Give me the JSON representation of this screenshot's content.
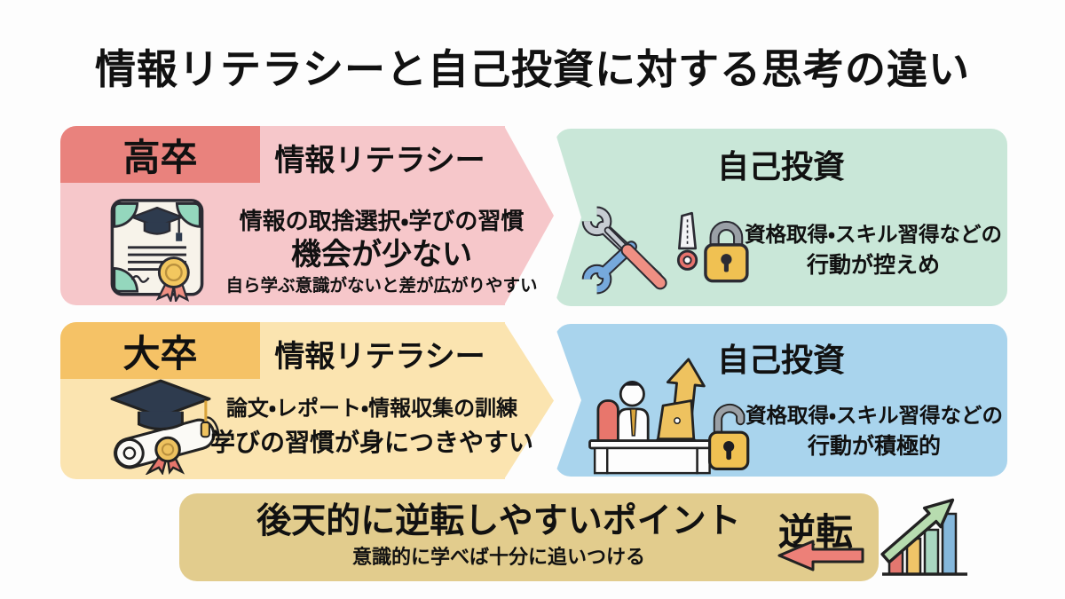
{
  "title": "情報リテラシーと自己投資に対する思考の違い",
  "rows": [
    {
      "badge": "高卒",
      "literacy_heading": "情報リテラシー",
      "literacy_line1": "情報の取捨選択・学びの習慣",
      "literacy_line2": "機会が少ない",
      "literacy_note": "自ら学ぶ意識がないと差が広がりやすい",
      "invest_heading": "自己投資",
      "invest_line1": "資格取得・スキル習得などの",
      "invest_line2": "行動が控えめ"
    },
    {
      "badge": "大卒",
      "literacy_heading": "情報リテラシー",
      "literacy_line1": "論文・レポート・情報収集の訓練",
      "literacy_line2": "学びの習慣が身につきやすい",
      "invest_heading": "自己投資",
      "invest_line1": "資格取得・スキル習得などの",
      "invest_line2": "行動が積極的"
    }
  ],
  "footer": {
    "headline": "後天的に逆転しやすいポイント",
    "subline": "意識的に学べば十分に追いつける",
    "reversal_label": "逆転"
  },
  "icons": {
    "row1_left": "certificate-icon",
    "row1_right": "tools-knife-locked-padlock-icon",
    "row2_left": "graduation-cap-diploma-icon",
    "row2_right": "person-desk-growth-open-padlock-icon",
    "footer": [
      "reverse-arrow-icon",
      "growth-chart-icon"
    ]
  },
  "colors": {
    "background": "#fdfdfd",
    "row1_panel": "#f6c7ca",
    "row1_badge": "#e9827d",
    "row1_right_panel": "#c9e7d8",
    "row2_panel": "#fbe4b0",
    "row2_badge": "#f5c266",
    "row2_right_panel": "#a9d4ed",
    "footer_bar": "#e2cc8d",
    "reverse_arrow": "#ed8078",
    "chart_bars": [
      "#e4776f",
      "#efc468",
      "#a9d7c1",
      "#85b8dc"
    ],
    "growth_arrow": "#b7dcaf",
    "text": "#111111"
  }
}
